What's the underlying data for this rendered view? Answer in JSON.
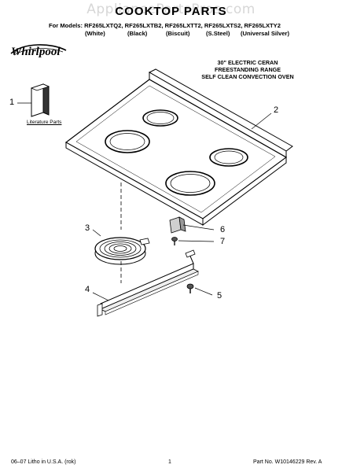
{
  "header": {
    "watermark": "AppliancePartsPros.com",
    "title": "COOKTOP PARTS",
    "models_line": "For Models: RF265LXTQ2, RF265LXTB2, RF265LXTT2, RF265LXTS2, RF265LXTY2",
    "colors": [
      "(White)",
      "(Black)",
      "(Biscuit)",
      "(S.Steel)",
      "(Universal Silver)"
    ]
  },
  "brand": {
    "logo_text": "Whirlpool"
  },
  "description": {
    "line1": "30\" ELECTRIC CERAN",
    "line2": "FREESTANDING RANGE",
    "line3": "SELF CLEAN CONVECTION OVEN"
  },
  "diagram": {
    "literature_label": "Literature Parts",
    "callouts": [
      "1",
      "2",
      "3",
      "4",
      "5",
      "6",
      "7"
    ]
  },
  "footer": {
    "left": "06–07 Litho in U.S.A. (rok)",
    "center": "1",
    "right": "Part No. W10146229 Rev. A"
  },
  "colors": {
    "ink": "#000000",
    "watermark": "#d7d7d7",
    "shade": "#cfcfcf"
  }
}
